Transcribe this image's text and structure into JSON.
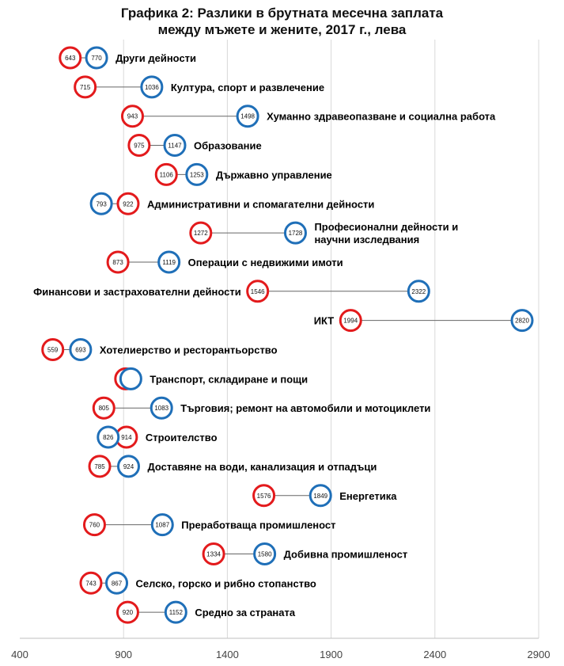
{
  "chart_data": {
    "type": "dumbbell",
    "title_line1": "Графика 2: Разлики в брутната месечна заплата",
    "title_line2": "между мъжете и жените, 2017 г., лева",
    "xlim": [
      400,
      2900
    ],
    "xticks": [
      "400",
      "900",
      "1400",
      "1900",
      "2400",
      "2900"
    ],
    "grid": true,
    "colors": {
      "women": "#e31a1c",
      "men": "#1f6fb8",
      "connector": "#666666",
      "grid": "#d9d9d9"
    },
    "rows": [
      {
        "lines": [
          "Други дейности"
        ],
        "women": 643,
        "men": 770
      },
      {
        "lines": [
          "Култура, спорт и развлечение"
        ],
        "women": 715,
        "men": 1036
      },
      {
        "lines": [
          "Хуманно здравеопазване и социална работа"
        ],
        "women": 943,
        "men": 1498
      },
      {
        "lines": [
          "Образование"
        ],
        "women": 975,
        "men": 1147
      },
      {
        "lines": [
          "Държавно управление"
        ],
        "women": 1106,
        "men": 1253
      },
      {
        "lines": [
          "Административни и спомагателни дейности"
        ],
        "women": 922,
        "men": 793
      },
      {
        "lines": [
          "Професионални дейности и",
          "научни изследвания"
        ],
        "women": 1272,
        "men": 1728
      },
      {
        "lines": [
          "Операции с недвижими имоти"
        ],
        "women": 873,
        "men": 1119
      },
      {
        "lines": [
          "Финансови и застрахователни дейности"
        ],
        "women": 1546,
        "men": 2322
      },
      {
        "lines": [
          "ИКТ"
        ],
        "women": 1994,
        "men": 2820
      },
      {
        "lines": [
          "Хотелиерство и ресторантьорство"
        ],
        "women": 559,
        "men": 693
      },
      {
        "lines": [
          "Транспорт, складиране и пощи"
        ],
        "women": 910,
        "men": 935,
        "women_label": "910",
        "men_label": ""
      },
      {
        "lines": [
          "Търговия; ремонт на автомобили и мотоциклети"
        ],
        "women": 805,
        "men": 1083
      },
      {
        "lines": [
          "Строителство"
        ],
        "women": 914,
        "men": 826
      },
      {
        "lines": [
          "Доставяне на води, канализация и отпадъци"
        ],
        "women": 785,
        "men": 924
      },
      {
        "lines": [
          "Енергетика"
        ],
        "women": 1576,
        "men": 1849
      },
      {
        "lines": [
          "Преработваща промишленост"
        ],
        "women": 760,
        "men": 1087
      },
      {
        "lines": [
          "Добивна промишленост"
        ],
        "women": 1334,
        "men": 1580
      },
      {
        "lines": [
          "Селско, горско и рибно стопанство"
        ],
        "women": 743,
        "men": 867
      },
      {
        "lines": [
          "Средно за страната"
        ],
        "women": 920,
        "men": 1152
      }
    ]
  }
}
